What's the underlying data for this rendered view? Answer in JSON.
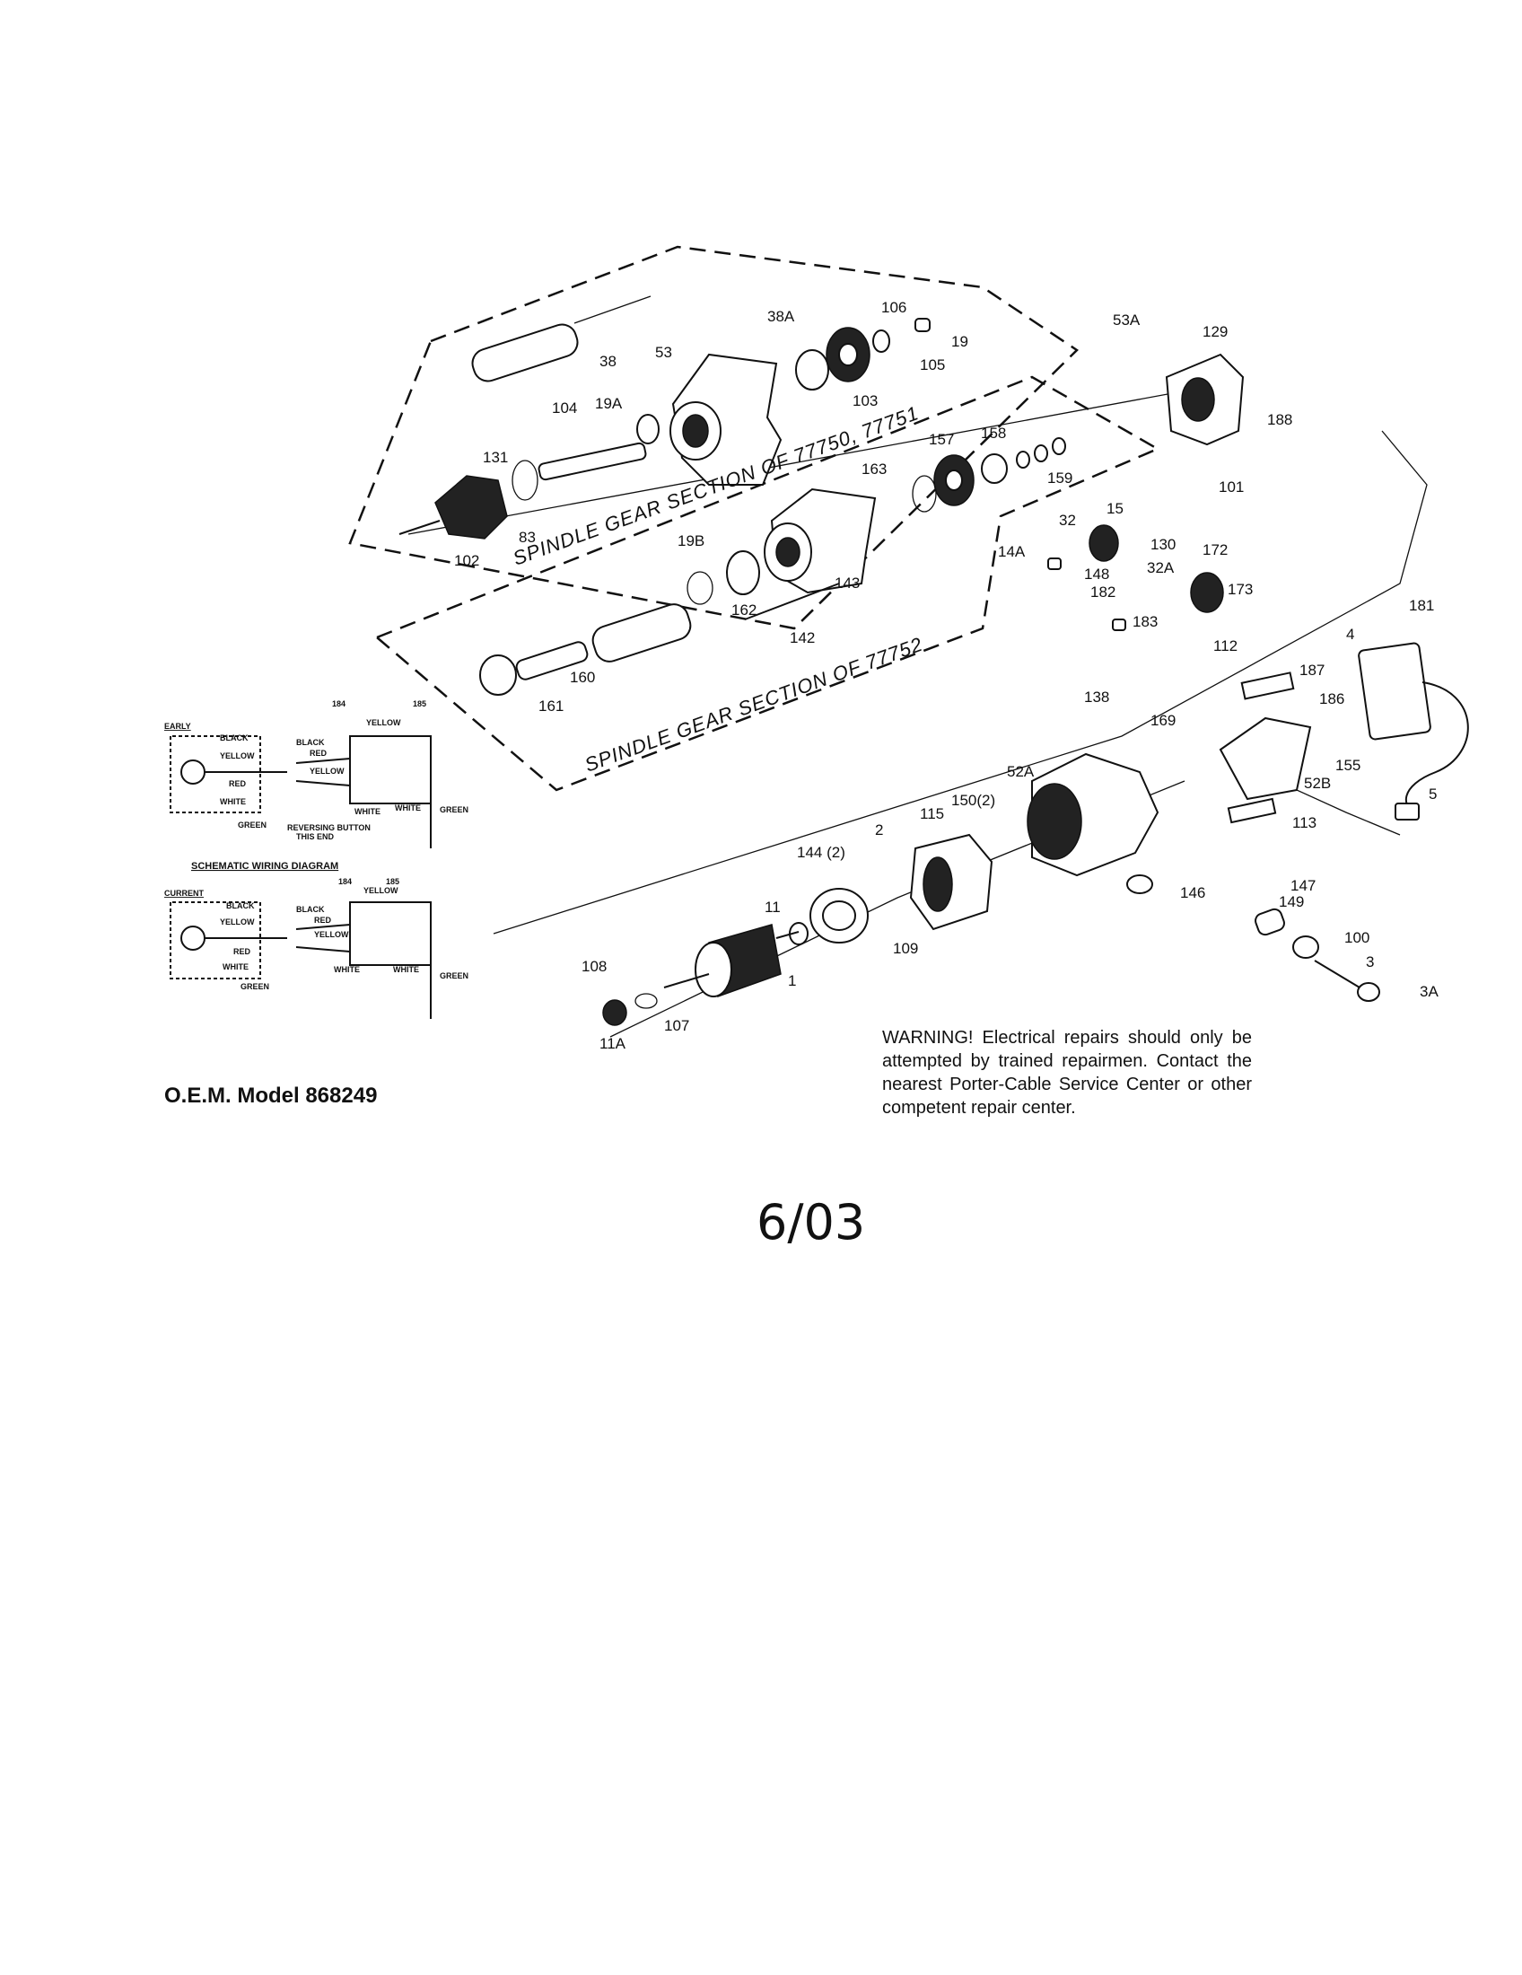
{
  "sections": {
    "upper": "SPINDLE GEAR SECTION OF 77750, 77751",
    "lower": "SPINDLE GEAR SECTION OF 77752"
  },
  "part_labels": [
    {
      "id": "38"
    },
    {
      "id": "38A"
    },
    {
      "id": "106"
    },
    {
      "id": "19"
    },
    {
      "id": "105"
    },
    {
      "id": "103"
    },
    {
      "id": "53"
    },
    {
      "id": "104"
    },
    {
      "id": "19A"
    },
    {
      "id": "131"
    },
    {
      "id": "83"
    },
    {
      "id": "102"
    },
    {
      "id": "53A"
    },
    {
      "id": "129"
    },
    {
      "id": "188"
    },
    {
      "id": "101"
    },
    {
      "id": "158"
    },
    {
      "id": "159"
    },
    {
      "id": "157"
    },
    {
      "id": "163"
    },
    {
      "id": "15"
    },
    {
      "id": "130"
    },
    {
      "id": "32"
    },
    {
      "id": "14A"
    },
    {
      "id": "148"
    },
    {
      "id": "32A"
    },
    {
      "id": "172"
    },
    {
      "id": "173"
    },
    {
      "id": "182"
    },
    {
      "id": "183"
    },
    {
      "id": "19B"
    },
    {
      "id": "162"
    },
    {
      "id": "143"
    },
    {
      "id": "142"
    },
    {
      "id": "160"
    },
    {
      "id": "161"
    },
    {
      "id": "181"
    },
    {
      "id": "4"
    },
    {
      "id": "187"
    },
    {
      "id": "186"
    },
    {
      "id": "112"
    },
    {
      "id": "155"
    },
    {
      "id": "52B"
    },
    {
      "id": "5"
    },
    {
      "id": "113"
    },
    {
      "id": "138"
    },
    {
      "id": "169"
    },
    {
      "id": "52A"
    },
    {
      "id": "115"
    },
    {
      "id": "150(2)"
    },
    {
      "id": "2"
    },
    {
      "id": "144 (2)"
    },
    {
      "id": "11"
    },
    {
      "id": "109"
    },
    {
      "id": "146"
    },
    {
      "id": "147"
    },
    {
      "id": "149"
    },
    {
      "id": "100"
    },
    {
      "id": "3"
    },
    {
      "id": "3A"
    },
    {
      "id": "1"
    },
    {
      "id": "108"
    },
    {
      "id": "107"
    },
    {
      "id": "11A"
    }
  ],
  "wiring": {
    "early_title": "EARLY",
    "current_title": "CURRENT",
    "schematic_title": "SCHEMATIC WIRING DIAGRAM",
    "black": "BLACK",
    "yellow": "YELLOW",
    "red": "RED",
    "white": "WHITE",
    "green": "GREEN",
    "ref184": "184",
    "ref185": "185",
    "reversing_note_1": "REVERSING BUTTON",
    "reversing_note_2": "THIS END"
  },
  "warning": "WARNING! Electrical repairs should only be attempted by trained repairmen. Contact the nearest Porter-Cable Service Center or other competent repair center.",
  "model": "O.E.M. Model 868249",
  "date": "6/03"
}
